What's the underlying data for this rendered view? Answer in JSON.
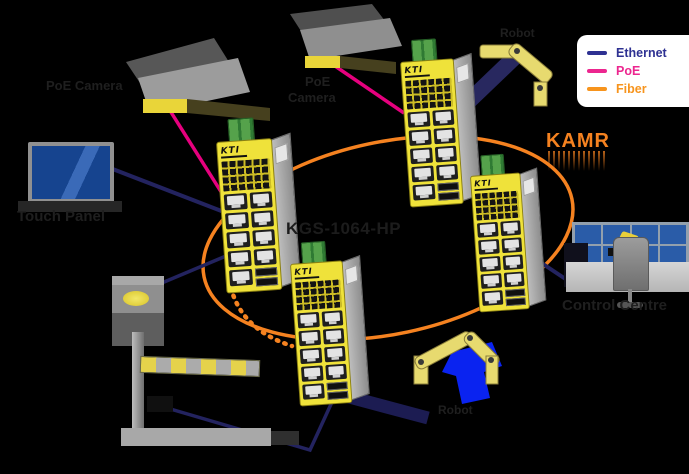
{
  "diagram": {
    "background": "#000000",
    "ring_name": "KAMR",
    "switch_model": "KGS-1064-HP"
  },
  "legend": {
    "items": [
      {
        "label": "Ethernet",
        "color": "#2e3192"
      },
      {
        "label": "PoE",
        "color": "#ec268f"
      },
      {
        "label": "Fiber",
        "color": "#f7941d"
      }
    ]
  },
  "devices": {
    "switch_logo": "KTI",
    "camera1_label": "PoE Camera",
    "camera2_label_line1": "PoE",
    "camera2_label_line2": "Camera",
    "touch_panel_label": "Touch Panel",
    "robot_top_label": "Robot",
    "robot_bottom_label": "Robot",
    "control_centre_label": "Control Centre"
  },
  "colors": {
    "fiber_ring": "#f58220",
    "poe_line": "#e6007e",
    "ethernet_line": "#23235f",
    "switch_body": "#efe23a",
    "label_text": "#1f1f1f",
    "robot_base_blue": "#0a23f0"
  }
}
